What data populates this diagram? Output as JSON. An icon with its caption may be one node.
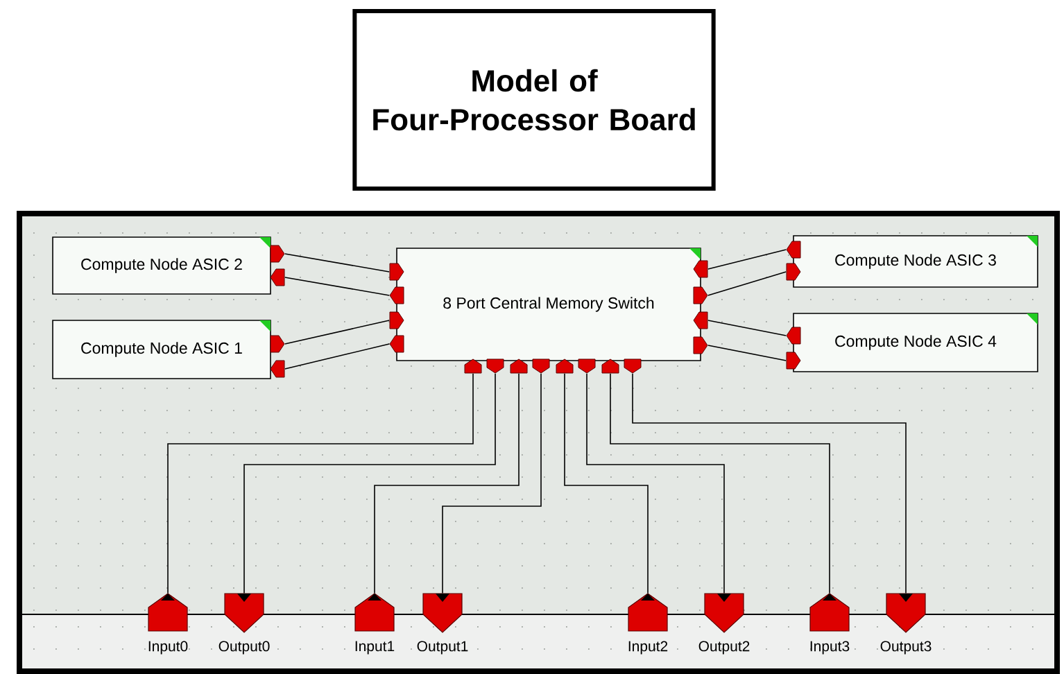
{
  "diagram": {
    "title": "Model of Four-Processor Board",
    "nodes": [
      {
        "text": [
          "Compute Node ASIC 2"
        ]
      },
      {
        "text": [
          "Compute Node ASIC 1"
        ]
      },
      {
        "text": [
          "8 Port Central Memory Switch"
        ]
      },
      {
        "text": [
          "Compute Node ASIC 3"
        ]
      },
      {
        "text": [
          "Compute Node ASIC 4"
        ]
      },
      {
        "text": [
          "Input0"
        ]
      },
      {
        "text": [
          "Output0"
        ]
      },
      {
        "text": [
          "Input1"
        ]
      },
      {
        "text": [
          "Output1"
        ]
      },
      {
        "text": [
          "Input2"
        ]
      },
      {
        "text": [
          "Output2"
        ]
      },
      {
        "text": [
          "Input3"
        ]
      },
      {
        "text": [
          "Output3"
        ]
      }
    ],
    "edges": [
      {
        "from": 0,
        "to": 2,
        "arrow": "to"
      },
      {
        "from": 2,
        "to": 0,
        "arrow": "to"
      },
      {
        "from": 1,
        "to": 2,
        "arrow": "to"
      },
      {
        "from": 2,
        "to": 1,
        "arrow": "to"
      },
      {
        "from": 3,
        "to": 2,
        "arrow": "to"
      },
      {
        "from": 2,
        "to": 3,
        "arrow": "to"
      },
      {
        "from": 4,
        "to": 2,
        "arrow": "to"
      },
      {
        "from": 2,
        "to": 4,
        "arrow": "to"
      },
      {
        "from": 5,
        "to": 2,
        "arrow": "to"
      },
      {
        "from": 2,
        "to": 6,
        "arrow": "to"
      },
      {
        "from": 7,
        "to": 2,
        "arrow": "to"
      },
      {
        "from": 2,
        "to": 8,
        "arrow": "to"
      },
      {
        "from": 9,
        "to": 2,
        "arrow": "to"
      },
      {
        "from": 2,
        "to": 10,
        "arrow": "to"
      },
      {
        "from": 11,
        "to": 2,
        "arrow": "to"
      },
      {
        "from": 2,
        "to": 12,
        "arrow": "to"
      }
    ]
  }
}
